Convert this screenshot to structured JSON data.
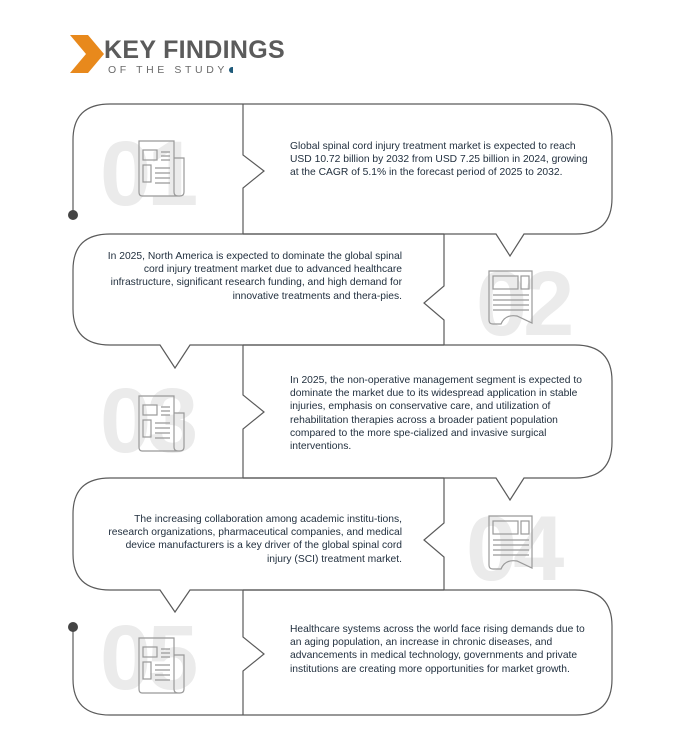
{
  "header": {
    "title": "KEY FINDINGS",
    "subtitle": "OF THE STUDY",
    "accent_color": "#e8891c",
    "title_color": "#5b5b5b"
  },
  "findings": [
    {
      "number": "01",
      "icon": "newspaper-icon",
      "text": "Global spinal cord injury treatment market is expected to reach USD 10.72 billion by 2032 from USD  7.25 billion in 2024, growing at the CAGR of 5.1% in the forecast period of 2025 to 2032."
    },
    {
      "number": "02",
      "icon": "newspaper-icon",
      "text": "In 2025, North America is expected to dominate the global spinal cord injury treatment market due to advanced healthcare infrastructure, significant research funding, and high demand for innovative treatments and thera-pies."
    },
    {
      "number": "03",
      "icon": "newspaper-icon",
      "text": "In 2025, the non-operative management segment is expected to dominate the market due to its widespread application in stable injuries, emphasis on conservative care, and utilization of rehabilitation therapies across a broader patient population compared to the more spe-cialized and invasive surgical interventions."
    },
    {
      "number": "04",
      "icon": "newspaper-icon",
      "text": "The increasing collaboration among academic institu-tions, research organizations, pharmaceutical companies, and medical device manufacturers is a key driver of the global spinal cord injury (SCI) treatment market."
    },
    {
      "number": "05",
      "icon": "newspaper-icon",
      "text": "Healthcare systems across the world face rising demands due to an aging population, an increase in chronic diseases, and advancements in medical technology, governments and private institutions are creating more opportunities for market growth."
    }
  ]
}
